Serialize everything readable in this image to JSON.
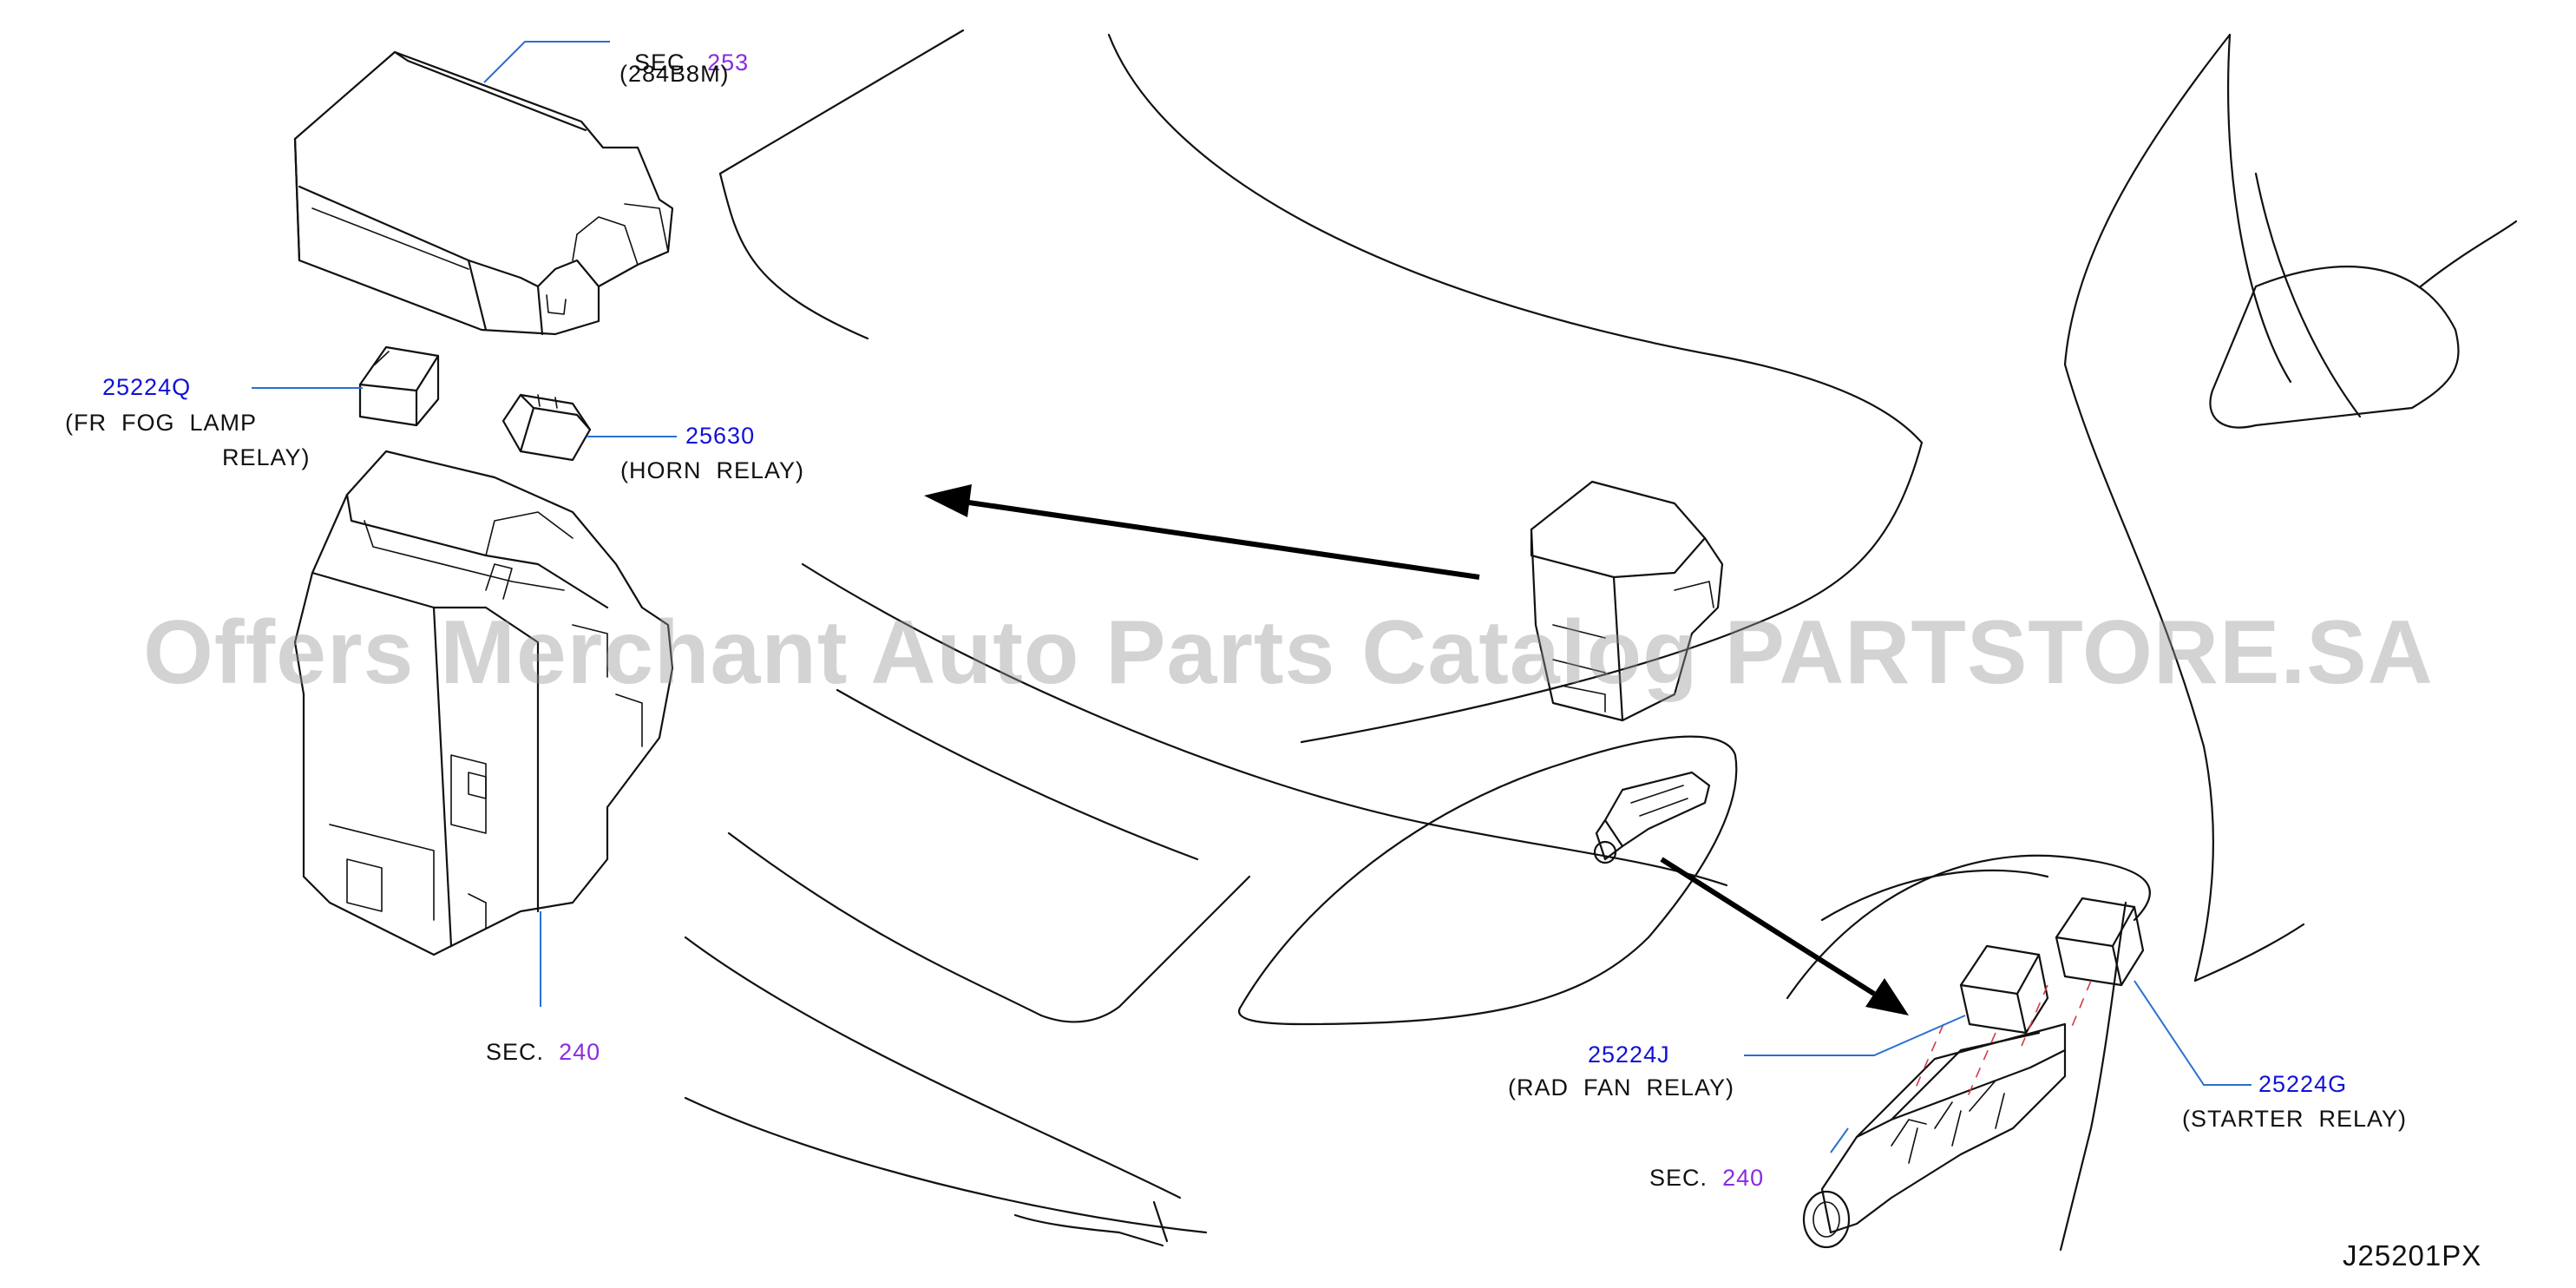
{
  "labels": {
    "sec_253": {
      "prefix": "SEC.",
      "number": "253",
      "sub": "(284B8M)"
    },
    "fog_relay": {
      "part": "25224Q",
      "line1": "(FR  FOG  LAMP",
      "line2": "RELAY)"
    },
    "horn_relay": {
      "part": "25630",
      "line1": "(HORN  RELAY)"
    },
    "sec_240_left": {
      "prefix": "SEC.",
      "number": "240"
    },
    "rad_fan_relay": {
      "part": "25224J",
      "line1": "(RAD  FAN  RELAY)"
    },
    "sec_240_right": {
      "prefix": "SEC.",
      "number": "240"
    },
    "starter_relay": {
      "part": "25224G",
      "line1": "(STARTER  RELAY)"
    }
  },
  "diagram_code": "J25201PX",
  "watermark": "Offers Merchant Auto Parts Catalog PARTSTORE.SA",
  "colors": {
    "part_number": "#1111d6",
    "section_number": "#8a2be2",
    "leader": "#2a6fd1",
    "line": "#111111"
  }
}
